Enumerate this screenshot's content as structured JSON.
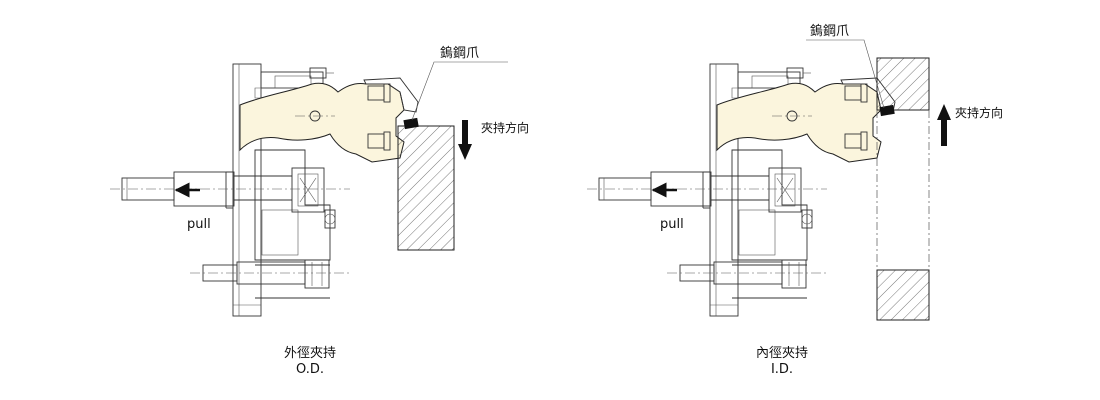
{
  "colors": {
    "jaw_fill": "#fbf5dd",
    "line": "#333333",
    "insert": "#111111",
    "hatch": "#555555",
    "background": "#ffffff"
  },
  "figures": [
    {
      "id": "od",
      "insert_label": "鎢鋼爪",
      "direction_label": "夾持方向",
      "direction_arrow": "down",
      "pull_label": "pull",
      "caption_title": "外徑夾持",
      "caption_abbrev": "O.D."
    },
    {
      "id": "id",
      "insert_label": "鎢鋼爪",
      "direction_label": "夾持方向",
      "direction_arrow": "up",
      "pull_label": "pull",
      "caption_title": "內徑夾持",
      "caption_abbrev": "I.D."
    }
  ]
}
